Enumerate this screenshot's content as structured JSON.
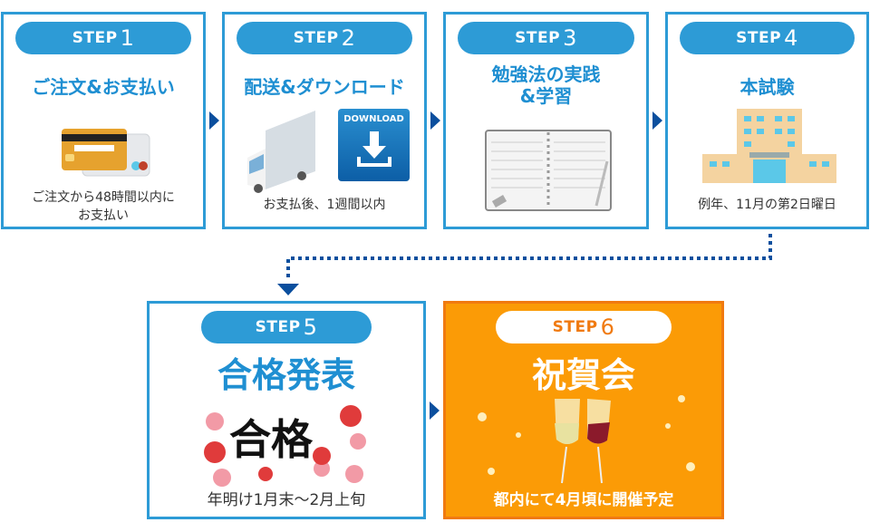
{
  "steps": [
    {
      "label": "STEP",
      "num": "1",
      "title": "ご注文&お支払い",
      "desc": "ご注文から48時間以内に\nお支払い"
    },
    {
      "label": "STEP",
      "num": "2",
      "title": "配送&ダウンロード",
      "desc": "お支払後、1週間以内",
      "download_label": "DOWNLOAD"
    },
    {
      "label": "STEP",
      "num": "3",
      "title": "勉強法の実践\n&学習",
      "desc": ""
    },
    {
      "label": "STEP",
      "num": "4",
      "title": "本試験",
      "desc": "例年、11月の第2日曜日"
    },
    {
      "label": "STEP",
      "num": "5",
      "title": "合格発表",
      "desc": "年明け1月末〜2月上旬",
      "stamp": "合格"
    },
    {
      "label": "STEP",
      "num": "6",
      "title": "祝賀会",
      "desc": "都内にて4月頃に開催予定"
    }
  ],
  "colors": {
    "blue": "#2d9bd6",
    "navy": "#0b4f9e",
    "orange": "#fb9b06"
  }
}
